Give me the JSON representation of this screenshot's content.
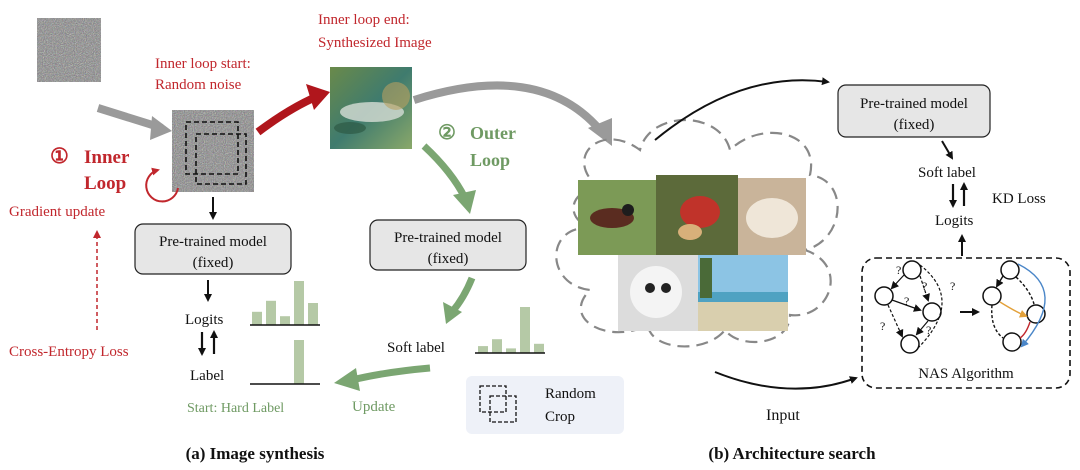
{
  "colors": {
    "inner_red": "#c1272d",
    "outer_green": "#7ba672",
    "gray_arrow": "#9a9a9a",
    "box_fill": "#e6e6e6",
    "bar_green": "#b5c9a6",
    "blue_arrow": "#4a86c8",
    "orange_arrow": "#e3a13a",
    "legend_bg": "#eef1f8"
  },
  "image_synthesis": {
    "caption": "(a) Image synthesis",
    "inner_start_line1": "Inner loop start:",
    "inner_start_line2": "Random noise",
    "inner_end_line1": "Inner loop end:",
    "inner_end_line2": "Synthesized Image",
    "inner_loop_num": "①",
    "inner_loop_line1": "Inner",
    "inner_loop_line2": "Loop",
    "gradient_update": "Gradient update",
    "cross_entropy": "Cross-Entropy Loss",
    "model_left_line1": "Pre-trained model",
    "model_left_line2": "(fixed)",
    "logits": "Logits",
    "label": "Label",
    "start_hard_label": "Start: Hard Label",
    "outer_loop_num": "②",
    "outer_loop_line1": "Outer",
    "outer_loop_line2": "Loop",
    "model_mid_line1": "Pre-trained model",
    "model_mid_line2": "(fixed)",
    "soft_label": "Soft label",
    "update": "Update",
    "legend_line1": "Random",
    "legend_line2": "Crop",
    "logits_bars": [
      0.3,
      0.55,
      0.2,
      1.0,
      0.5
    ],
    "label_bars": [
      0,
      0,
      0,
      1.0,
      0
    ],
    "soft_bars": [
      0.15,
      0.3,
      0.1,
      1.0,
      0.2
    ]
  },
  "architecture_search": {
    "caption": "(b) Architecture search",
    "model_line1": "Pre-trained model",
    "model_line2": "(fixed)",
    "soft_label": "Soft label",
    "kd_loss": "KD Loss",
    "logits": "Logits",
    "nas": "NAS Algorithm",
    "input": "Input",
    "question_mark": "?"
  }
}
